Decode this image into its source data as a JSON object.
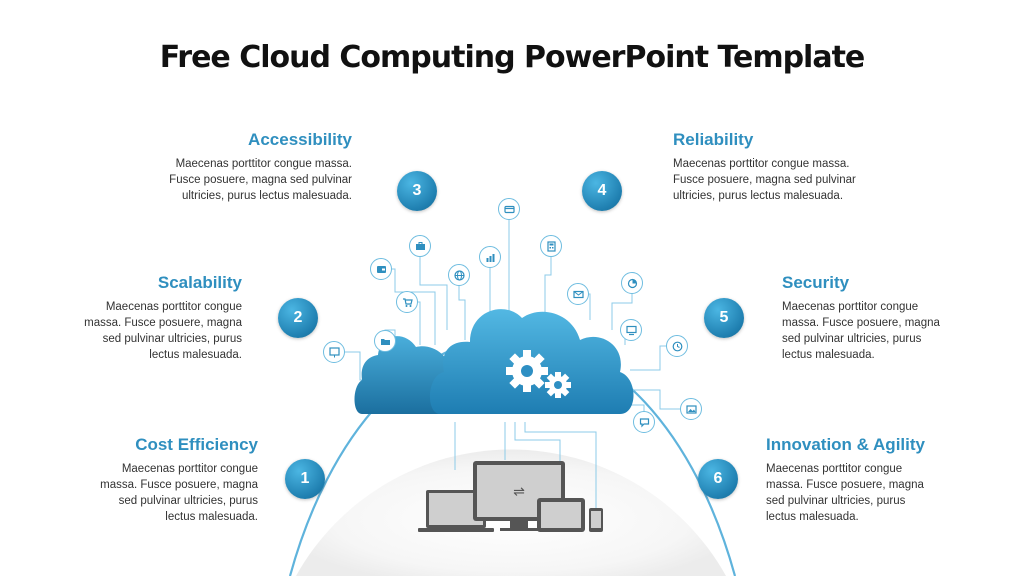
{
  "title": "Free Cloud Computing PowerPoint Template",
  "colors": {
    "accent": "#2f8fbf",
    "badge": "#1f7fb0",
    "arc": "#5fb3dc",
    "cloud": "#2e8fc3"
  },
  "items": [
    {
      "number": "1",
      "heading": "Cost Efficiency",
      "lines": [
        "Maecenas porttitor congue",
        "massa. Fusce posuere, magna",
        "sed pulvinar ultricies, purus",
        "lectus malesuada."
      ]
    },
    {
      "number": "2",
      "heading": "Scalability",
      "lines": [
        "Maecenas porttitor congue",
        "massa. Fusce posuere, magna",
        "sed pulvinar ultricies, purus",
        "lectus malesuada."
      ]
    },
    {
      "number": "3",
      "heading": "Accessibility",
      "lines": [
        "Maecenas porttitor congue massa.",
        "Fusce posuere, magna sed pulvinar",
        "ultricies, purus lectus malesuada."
      ]
    },
    {
      "number": "4",
      "heading": "Reliability",
      "lines": [
        "Maecenas porttitor congue massa.",
        "Fusce posuere, magna sed pulvinar",
        "ultricies, purus lectus malesuada."
      ]
    },
    {
      "number": "5",
      "heading": "Security",
      "lines": [
        "Maecenas porttitor congue",
        "massa. Fusce posuere, magna",
        "sed pulvinar ultricies, purus",
        "lectus malesuada."
      ]
    },
    {
      "number": "6",
      "heading": "Innovation & Agility",
      "lines": [
        "Maecenas porttitor congue",
        "massa. Fusce posuere, magna",
        "sed pulvinar ultricies, purus",
        "lectus malesuada."
      ]
    }
  ],
  "icons": [
    "presentation-icon",
    "folder-icon",
    "cart-icon",
    "wallet-icon",
    "briefcase-icon",
    "globe-icon",
    "bar-chart-icon",
    "credit-card-icon",
    "calculator-icon",
    "email-icon",
    "pie-chart-icon",
    "monitor-icon",
    "clock-icon",
    "picture-icon",
    "chat-icon"
  ],
  "devices": [
    "laptop-icon",
    "desktop-icon",
    "tablet-icon",
    "phone-icon"
  ]
}
